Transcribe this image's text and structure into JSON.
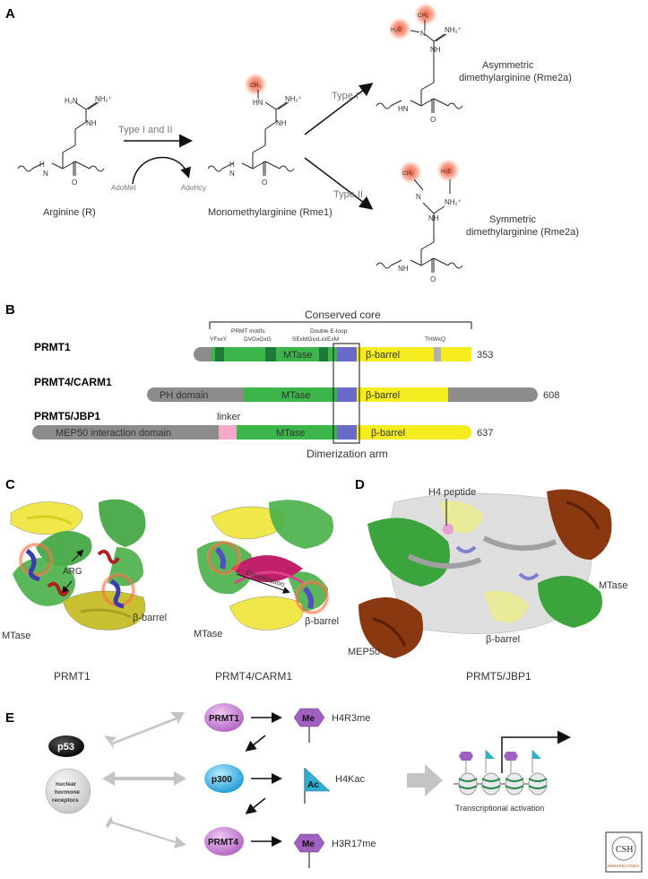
{
  "figure": {
    "panels": [
      "A",
      "B",
      "C",
      "D",
      "E"
    ]
  },
  "panel_a": {
    "arginine_label": "Arginine (R)",
    "nh2_plus": "NH₂⁺",
    "nh2": "NH₂",
    "nh": "NH",
    "hn": "HN",
    "n": "N",
    "o": "O",
    "h": "H",
    "ch3": "CH₃",
    "h3c": "H₃C",
    "type_1_and_2": "Type I and II",
    "adomet": "AdoMet",
    "adohcy": "AdoHcy",
    "mono_label": "Monomethylarginine (Rme1)",
    "type_1": "Type I",
    "type_2": "Type II",
    "asym_line1": "Asymmetric",
    "asym_line2": "dimethylarginine (Rme2a)",
    "sym_line1": "Symmetric",
    "sym_line2": "dimethylarginine (Rme2a)"
  },
  "panel_b": {
    "conserved_core": "Conserved core",
    "prmt_motifs": "PRMT motifs:",
    "double_eloop": "Double E-loop:",
    "motif1": "YFxxY",
    "motif2": "DVGxGxG",
    "motif3": "SExMGxxLxxExM",
    "motif4": "THWxQ",
    "proteins": [
      {
        "name": "PRMT1",
        "length": "353"
      },
      {
        "name": "PRMT4/CARM1",
        "length": "608"
      },
      {
        "name": "PRMT5/JBP1",
        "length": "637"
      }
    ],
    "mtase": "MTase",
    "beta_barrel": "β-barrel",
    "ph_domain": "PH domain",
    "mep50_domain": "MEP50 interaction domain",
    "linker": "linker",
    "dimerization_arm": "Dimerization arm"
  },
  "panel_c": {
    "left_title": "PRMT1",
    "right_title": "PRMT4/CARM1",
    "arg": "ARG",
    "beta_barrel": "β-barrel",
    "mtase": "MTase",
    "dimerization": "Dimerization"
  },
  "panel_d": {
    "title": "PRMT5/JBP1",
    "h4_peptide": "H4 peptide",
    "mtase": "MTase",
    "beta_barrel": "β-barrel",
    "mep50": "MEP50"
  },
  "panel_e": {
    "p53": "p53",
    "nhr_line1": "nuclear",
    "nhr_line2": "hormone",
    "nhr_line3": "receptors",
    "prmt1": "PRMT1",
    "p300": "p300",
    "prmt4": "PRMT4",
    "me": "Me",
    "ac": "Ac",
    "h4r3me": "H4R3me",
    "h4kac": "H4Kac",
    "h3r17me": "H3R17me",
    "transcription": "Transcriptional activation",
    "logo_line1": "CSH",
    "logo_line2": "PERSPECTIVES"
  },
  "colors": {
    "methyl_glow": "#f04a2c",
    "mtase_green": "#3cb54a",
    "motif_dark_green": "#1f7a3a",
    "barrel_yellow": "#f5ec1f",
    "dimer_purple": "#6a6ac8",
    "gray_domain": "#8c8c8c",
    "linker_pink": "#f5a8c8",
    "prmt_purple": "#c080d0",
    "p300_blue": "#3ab0e0",
    "p53_black": "#111111",
    "me_purple": "#a060c0",
    "ac_cyan": "#30b0d0",
    "mep50_brown": "#7a2e10"
  }
}
